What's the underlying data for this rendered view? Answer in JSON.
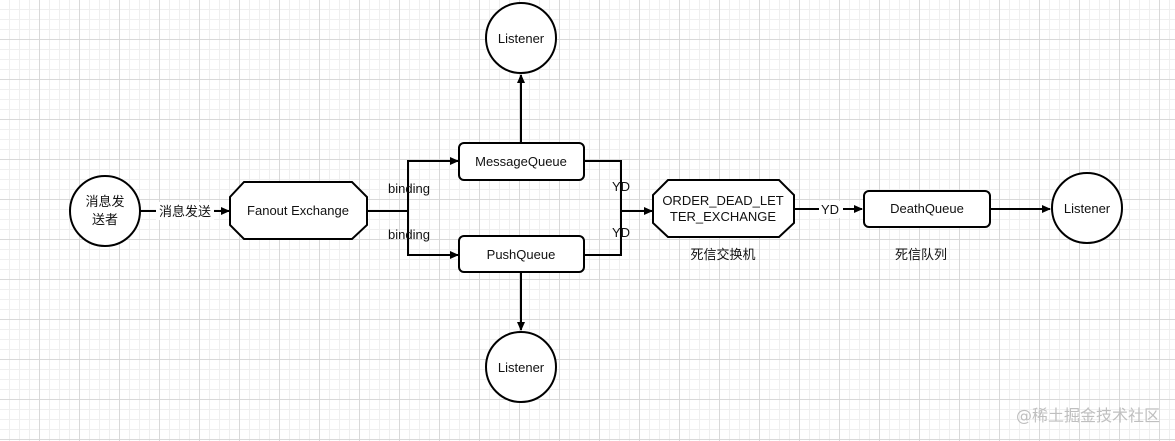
{
  "nodes": {
    "sender": {
      "line1": "消息发",
      "line2": "送者"
    },
    "fanout": {
      "label": "Fanout Exchange"
    },
    "message_queue": {
      "label": "MessageQueue"
    },
    "push_queue": {
      "label": "PushQueue"
    },
    "dead_exchange": {
      "line1": "ORDER_DEAD_LET",
      "line2": "TER_EXCHANGE",
      "caption": "死信交换机"
    },
    "death_queue": {
      "label": "DeathQueue",
      "caption": "死信队列"
    },
    "listener_top": {
      "label": "Listener"
    },
    "listener_bottom": {
      "label": "Listener"
    },
    "listener_right": {
      "label": "Listener"
    }
  },
  "edges": {
    "send": "消息发送",
    "binding_top": "binding",
    "binding_bottom": "binding",
    "yd_top": "YD",
    "yd_bottom": "YD",
    "yd_death": "YD"
  },
  "watermark": "@稀土掘金技术社区"
}
